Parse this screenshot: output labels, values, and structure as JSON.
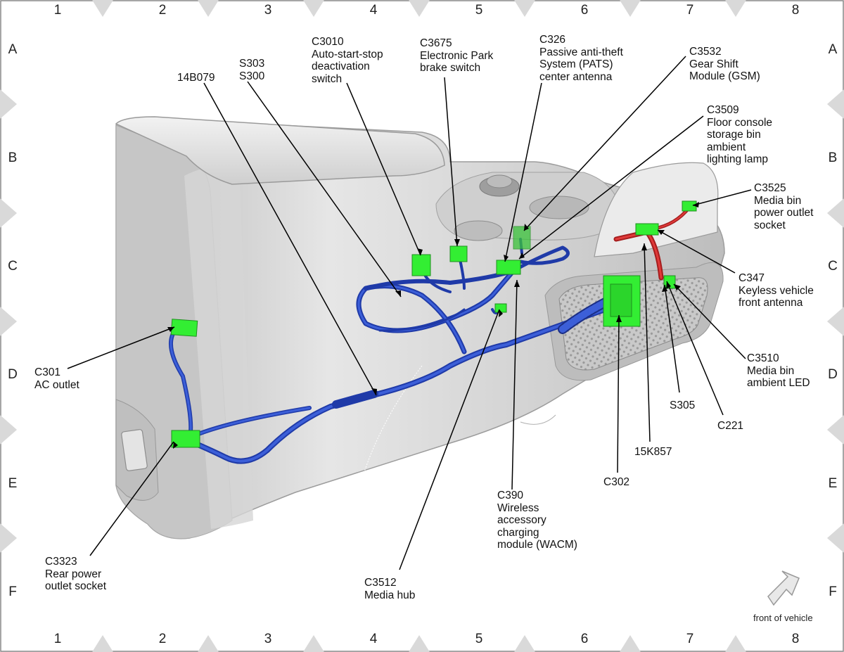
{
  "grid": {
    "columns": [
      "1",
      "2",
      "3",
      "4",
      "5",
      "6",
      "7",
      "8"
    ],
    "rows": [
      "A",
      "B",
      "C",
      "D",
      "E",
      "F"
    ]
  },
  "callouts": {
    "c3010": {
      "code": "C3010",
      "lines": [
        "Auto-start-stop",
        "deactivation",
        "switch"
      ]
    },
    "c3675": {
      "code": "C3675",
      "lines": [
        "Electronic Park",
        "brake switch"
      ]
    },
    "c326": {
      "code": "C326",
      "lines": [
        "Passive anti-theft",
        "System (PATS)",
        "center antenna"
      ]
    },
    "c3532": {
      "code": "C3532",
      "lines": [
        "Gear Shift",
        "Module (GSM)"
      ]
    },
    "c3509": {
      "code": "C3509",
      "lines": [
        "Floor console",
        "storage bin",
        "ambient",
        "lighting lamp"
      ]
    },
    "c3525": {
      "code": "C3525",
      "lines": [
        "Media bin",
        "power outlet",
        "socket"
      ]
    },
    "c347": {
      "code": "C347",
      "lines": [
        "Keyless vehicle",
        "front antenna"
      ]
    },
    "c3510": {
      "code": "C3510",
      "lines": [
        "Media bin",
        "ambient LED"
      ]
    },
    "s305": {
      "code": "S305",
      "lines": []
    },
    "c221": {
      "code": "C221",
      "lines": []
    },
    "k15857": {
      "code": "15K857",
      "lines": []
    },
    "c302": {
      "code": "C302",
      "lines": []
    },
    "c390": {
      "code": "C390",
      "lines": [
        "Wireless",
        "accessory",
        "charging",
        "module (WACM)"
      ]
    },
    "c3512": {
      "code": "C3512",
      "lines": [
        "Media hub"
      ]
    },
    "c3323": {
      "code": "C3323",
      "lines": [
        "Rear power",
        "outlet socket"
      ]
    },
    "c301": {
      "code": "C301",
      "lines": [
        "AC outlet"
      ]
    },
    "b14079": {
      "code": "14B079",
      "lines": []
    },
    "s303": {
      "code": "S303",
      "lines": [
        "S300"
      ]
    }
  },
  "front_label": "front of vehicle",
  "colors": {
    "harness_main": "#2f4fc9",
    "harness_branch": "#d22a2a",
    "connector": "#33ee33",
    "console_body": "#d8d8d8",
    "grid_marker": "#d9d9d9"
  }
}
